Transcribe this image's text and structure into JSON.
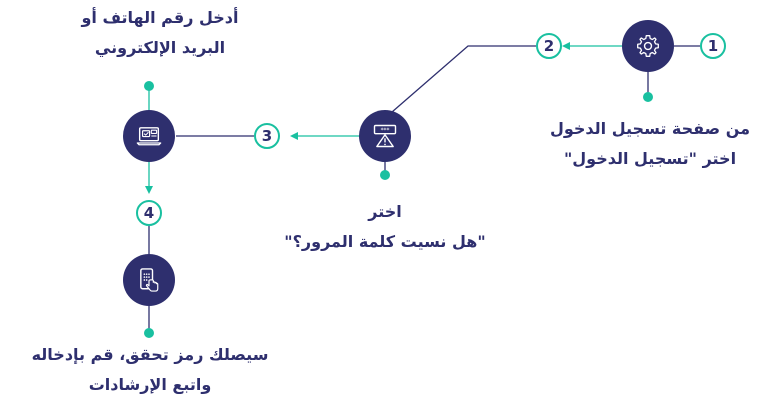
{
  "steps": [
    {
      "number": "1",
      "icon": "gear-icon",
      "text_line1": "من صفحة تسجيل الدخول",
      "text_line2": "اختر \"تسجيل الدخول\""
    },
    {
      "number": "2"
    },
    {
      "number": "3",
      "icon": "password-warning-icon",
      "text_line1": "اختر",
      "text_line2": "\"هل نسيت كلمة المرور؟\""
    },
    {
      "number": "4",
      "icon": "laptop-id-card-icon",
      "text_line1": "أدخل رقم الهاتف أو",
      "text_line2": "البريد الإلكتروني"
    },
    {
      "number": "",
      "icon": "mobile-touch-icon",
      "text_line1": "سيصلك رمز تحقق، قم بإدخاله",
      "text_line2": "واتبع الإرشادات"
    }
  ],
  "colors": {
    "primary": "#2e2f6e",
    "accent": "#19c0a0"
  }
}
